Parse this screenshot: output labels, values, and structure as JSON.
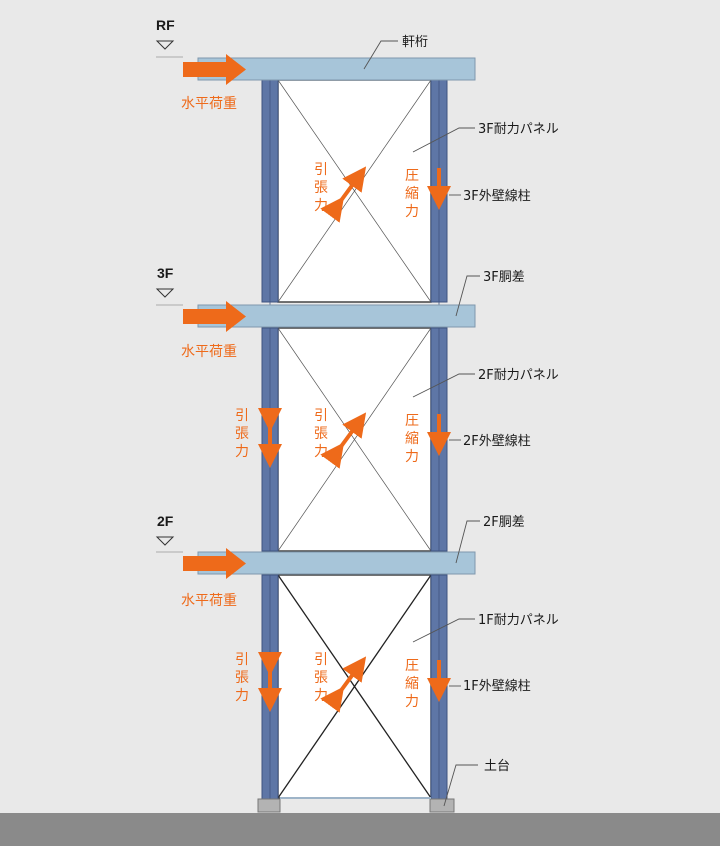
{
  "colors": {
    "background": "#e9e9e9",
    "ground": "#8a8a8a",
    "beam": "#a7c5d9",
    "column": "#5e76a6",
    "arrow": "#ee6a1a",
    "panel": "#ffffff",
    "base": "#b3b3b3"
  },
  "levels": {
    "rf": "RF",
    "f3": "3F",
    "f2": "2F"
  },
  "horizontal_load": "水平荷重",
  "beams": {
    "eaves": "軒桁",
    "f3_girt": "3F胴差",
    "f2_girt": "2F胴差",
    "sill": "土台"
  },
  "panels": {
    "f3": "3F耐力パネル",
    "f2": "2F耐力パネル",
    "f1": "1F耐力パネル"
  },
  "columns": {
    "f3": "3F外壁線柱",
    "f2": "2F外壁線柱",
    "f1": "1F外壁線柱"
  },
  "forces": {
    "tension": [
      "引",
      "張",
      "力"
    ],
    "compression": [
      "圧",
      "縮",
      "力"
    ]
  }
}
